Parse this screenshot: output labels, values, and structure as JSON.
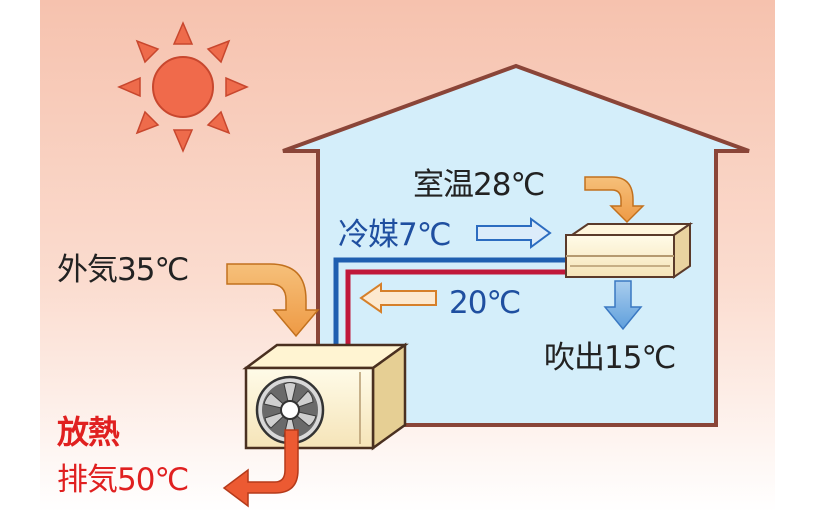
{
  "labels": {
    "room_temp": "室温28℃",
    "refrigerant": "冷媒7℃",
    "return_temp": "20℃",
    "outlet": "吹出15℃",
    "outside_air": "外気35℃",
    "heat_release": "放熱",
    "exhaust": "排気50℃"
  },
  "colors": {
    "sky_top": "#f7c6b4",
    "sky_bottom": "#ffffff",
    "house_fill": "#d4eefa",
    "house_outline": "#8a4538",
    "sun": "#f06a4b",
    "sun_rays": "#ee6b4b",
    "orange_arrow": "#f0a850",
    "blue_pipe": "#1f5fb0",
    "red_pipe": "#c0183a",
    "unit_fill": "#fff4d6",
    "exhaust_arrow": "#ec5a32",
    "label_red": "#e02020",
    "label_blue": "#1f4fa0"
  },
  "icons": [
    "sun-icon",
    "indoor-unit-icon",
    "outdoor-unit-icon",
    "fan-icon"
  ]
}
